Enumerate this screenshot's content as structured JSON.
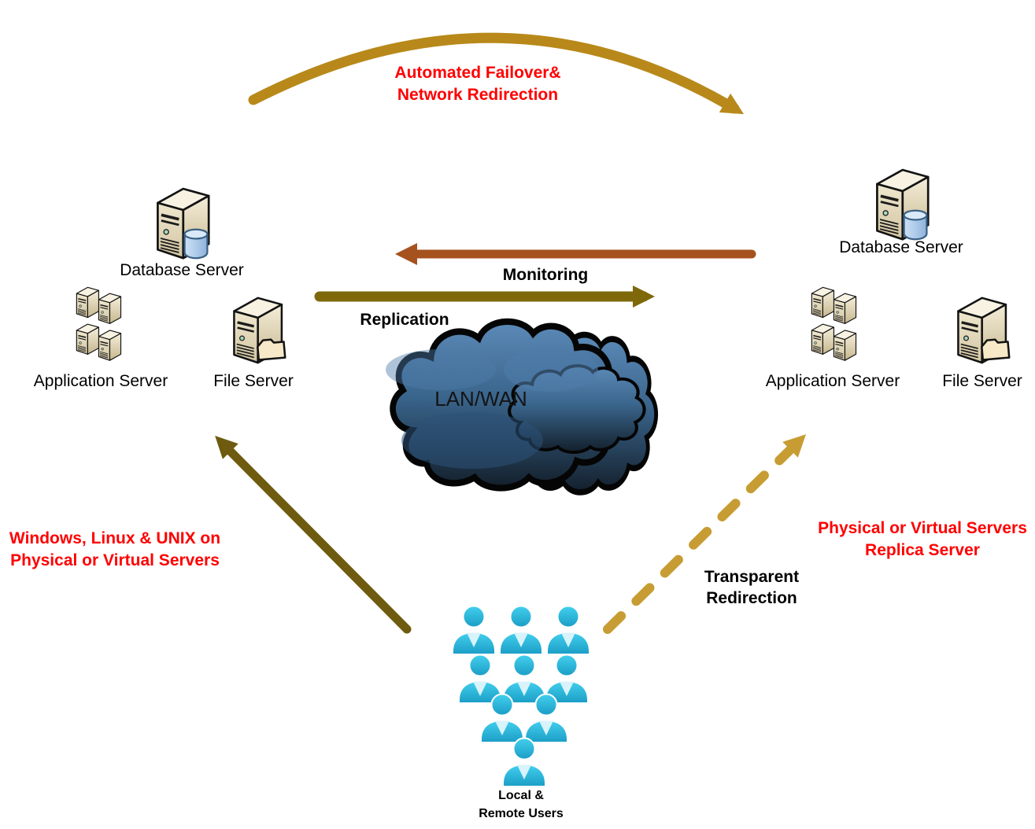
{
  "labels": {
    "top_note_line1": "Automated Failover&",
    "top_note_line2": "Network Redirection",
    "monitoring": "Monitoring",
    "replication": "Replication",
    "lan_wan": "LAN/WAN",
    "transparent_line1": "Transparent",
    "transparent_line2": "Redirection",
    "left_note_line1": "Windows, Linux & UNIX on",
    "left_note_line2": "Physical or Virtual Servers",
    "right_note_line1": "Physical or Virtual Servers",
    "right_note_line2": "Replica Server",
    "users_line1": "Local &",
    "users_line2": "Remote Users"
  },
  "servers": {
    "left_database": "Database Server",
    "left_application": "Application Server",
    "left_file": "File Server",
    "right_database": "Database Server",
    "right_application": "Application Server",
    "right_file": "File Server"
  },
  "colors": {
    "red_text": "#FF0000",
    "top_arrow": "#B8891A",
    "monitoring_arrow": "#A5521E",
    "replication_arrow": "#7E680A",
    "failback_arrow": "#6E5B10",
    "redirection_arrow": "#C79D33",
    "users_cyan": "#2FB9DF",
    "cloud_blue": "#3A658C"
  }
}
